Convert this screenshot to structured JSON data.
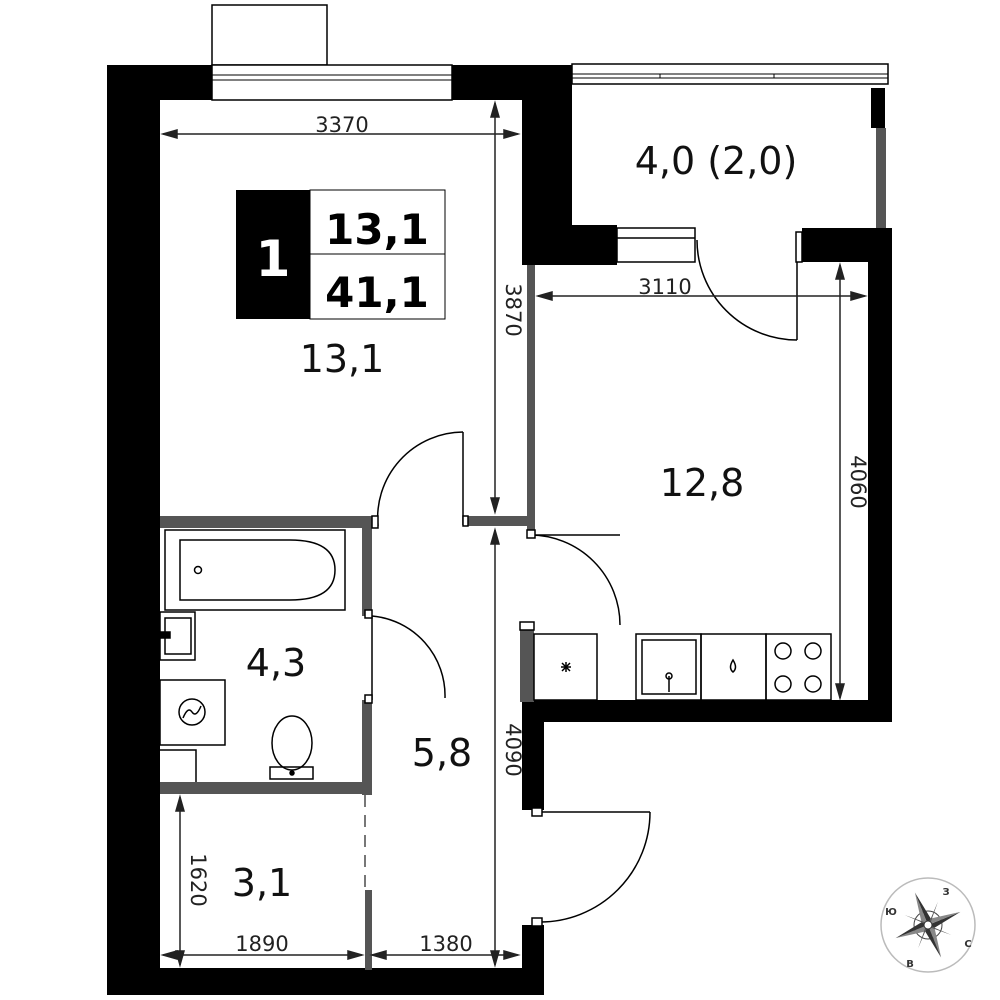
{
  "summary": {
    "rooms_count": "1",
    "living_area": "13,1",
    "total_area": "41,1"
  },
  "rooms": {
    "living": "13,1",
    "kitchen": "12,8",
    "balcony": "4,0 (2,0)",
    "bathroom": "4,3",
    "hall": "5,8",
    "storage": "3,1"
  },
  "dimensions": {
    "living_width": "3370",
    "living_depth": "3870",
    "kitchen_width": "3110",
    "kitchen_depth": "4060",
    "hall_length": "4090",
    "storage_depth": "1620",
    "storage_width": "1890",
    "hall_width": "1380"
  },
  "compass": {
    "north": "З",
    "east": "С",
    "south": "В",
    "west": "Ю"
  },
  "colors": {
    "wall": "#000000",
    "partition": "#555555",
    "line": "#222222"
  }
}
